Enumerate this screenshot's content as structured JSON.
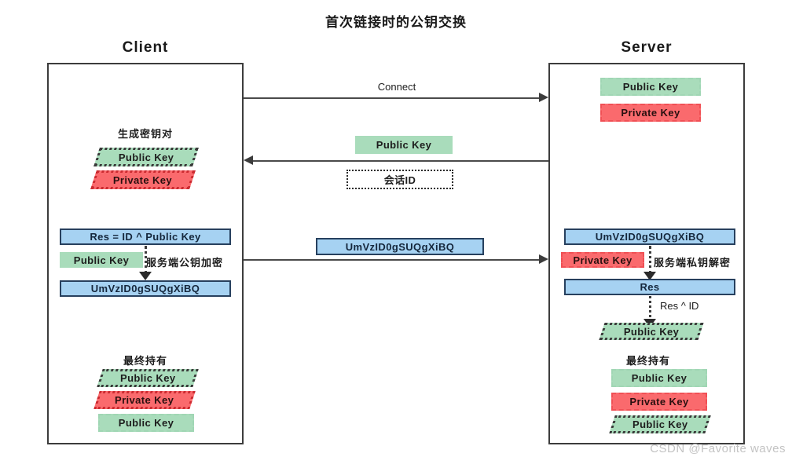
{
  "title": "首次链接时的公钥交换",
  "columns": {
    "client_label": "Client",
    "server_label": "Server"
  },
  "messages": {
    "connect": "Connect",
    "public_key_down": "Public Key",
    "session_id": "会话ID",
    "cipher_transfer": "UmVzID0gSUQgXiBQ"
  },
  "client": {
    "generate_label": "生成密钥对",
    "gen_public_key": "Public Key",
    "gen_private_key": "Private Key",
    "res_expression": "Res = ID ^ Public Key",
    "encrypt_key": "Public Key",
    "encrypt_note": "服务端公钥加密",
    "cipher_result": "UmVzID0gSUQgXiBQ",
    "final_label": "最终持有",
    "final_public_key": "Public Key",
    "final_private_key": "Private Key",
    "final_peer_public_key": "Public Key"
  },
  "server": {
    "own_public_key": "Public Key",
    "own_private_key": "Private Key",
    "cipher_in": "UmVzID0gSUQgXiBQ",
    "decrypt_key": "Private Key",
    "decrypt_note": "服务端私钥解密",
    "res_box": "Res",
    "xor_note": "Res ^ ID",
    "recovered_public_key": "Public Key",
    "final_label": "最终持有",
    "final_public_key": "Public Key",
    "final_private_key": "Private Key",
    "final_peer_public_key": "Public Key"
  },
  "watermark": "CSDN @Favorite waves",
  "colors": {
    "green": "#a9dcbb",
    "red": "#fa6a6d",
    "blue": "#a6d2f2",
    "line": "#3c3c3c"
  }
}
